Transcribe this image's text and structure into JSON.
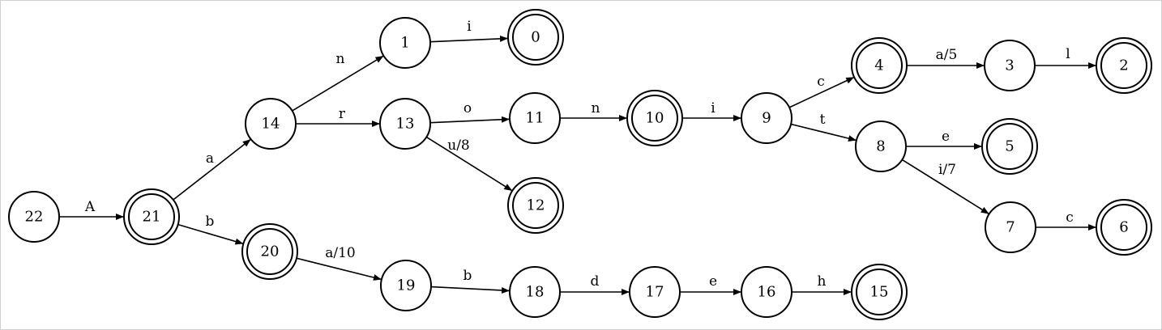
{
  "diagram": {
    "nodes": [
      {
        "id": "22",
        "label": "22",
        "final": false
      },
      {
        "id": "21",
        "label": "21",
        "final": true
      },
      {
        "id": "14",
        "label": "14",
        "final": false
      },
      {
        "id": "20",
        "label": "20",
        "final": true
      },
      {
        "id": "1",
        "label": "1",
        "final": false
      },
      {
        "id": "13",
        "label": "13",
        "final": false
      },
      {
        "id": "19",
        "label": "19",
        "final": false
      },
      {
        "id": "0",
        "label": "0",
        "final": true
      },
      {
        "id": "11",
        "label": "11",
        "final": false
      },
      {
        "id": "12",
        "label": "12",
        "final": true
      },
      {
        "id": "18",
        "label": "18",
        "final": false
      },
      {
        "id": "10",
        "label": "10",
        "final": true
      },
      {
        "id": "17",
        "label": "17",
        "final": false
      },
      {
        "id": "9",
        "label": "9",
        "final": false
      },
      {
        "id": "16",
        "label": "16",
        "final": false
      },
      {
        "id": "4",
        "label": "4",
        "final": true
      },
      {
        "id": "8",
        "label": "8",
        "final": false
      },
      {
        "id": "15",
        "label": "15",
        "final": true
      },
      {
        "id": "3",
        "label": "3",
        "final": false
      },
      {
        "id": "5",
        "label": "5",
        "final": true
      },
      {
        "id": "7",
        "label": "7",
        "final": false
      },
      {
        "id": "2",
        "label": "2",
        "final": true
      },
      {
        "id": "6",
        "label": "6",
        "final": true
      }
    ],
    "edges": [
      {
        "from": "22",
        "to": "21",
        "label": "A"
      },
      {
        "from": "21",
        "to": "14",
        "label": "a"
      },
      {
        "from": "21",
        "to": "20",
        "label": "b"
      },
      {
        "from": "14",
        "to": "1",
        "label": "n"
      },
      {
        "from": "14",
        "to": "13",
        "label": "r"
      },
      {
        "from": "1",
        "to": "0",
        "label": "i"
      },
      {
        "from": "13",
        "to": "11",
        "label": "o"
      },
      {
        "from": "13",
        "to": "12",
        "label": "u/8"
      },
      {
        "from": "11",
        "to": "10",
        "label": "n"
      },
      {
        "from": "10",
        "to": "9",
        "label": "i"
      },
      {
        "from": "9",
        "to": "4",
        "label": "c"
      },
      {
        "from": "9",
        "to": "8",
        "label": "t"
      },
      {
        "from": "4",
        "to": "3",
        "label": "a/5"
      },
      {
        "from": "3",
        "to": "2",
        "label": "l"
      },
      {
        "from": "8",
        "to": "5",
        "label": "e"
      },
      {
        "from": "8",
        "to": "7",
        "label": "i/7"
      },
      {
        "from": "7",
        "to": "6",
        "label": "c"
      },
      {
        "from": "20",
        "to": "19",
        "label": "a/10"
      },
      {
        "from": "19",
        "to": "18",
        "label": "b"
      },
      {
        "from": "18",
        "to": "17",
        "label": "d"
      },
      {
        "from": "17",
        "to": "16",
        "label": "e"
      },
      {
        "from": "16",
        "to": "15",
        "label": "h"
      }
    ]
  }
}
